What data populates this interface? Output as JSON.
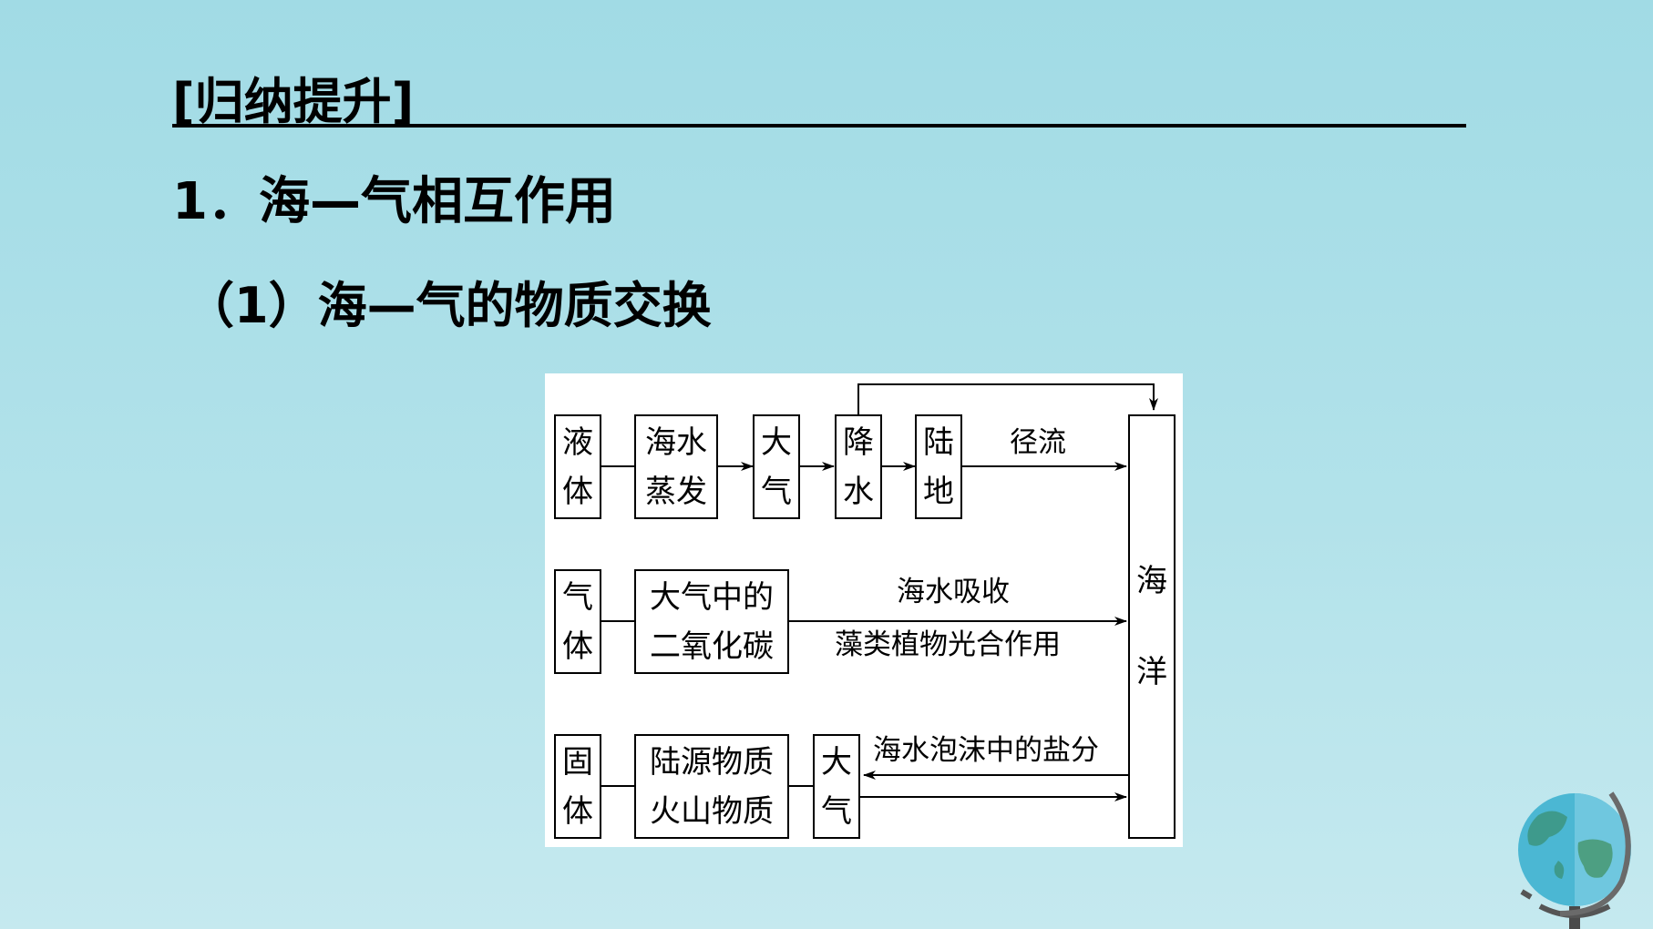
{
  "header": {
    "section_title": "[归纳提升]",
    "heading_1": "1．海—气相互作用",
    "heading_2": "（1）海—气的物质交换"
  },
  "diagram": {
    "rows": {
      "liquid": {
        "category": "液体",
        "steps": [
          "海水蒸发",
          "大气",
          "降水",
          "陆地"
        ],
        "arrow_label": "径流"
      },
      "gas": {
        "category": "气体",
        "source": "大气中的二氧化碳",
        "label_top": "海水吸收",
        "label_bottom": "藻类植物光合作用"
      },
      "solid": {
        "category": "固体",
        "source": "陆源物质火山物质",
        "middle": "大气",
        "arrow_label": "海水泡沫中的盐分"
      }
    },
    "ocean": "海洋"
  },
  "colors": {
    "background": "#a1dbe5",
    "diagram_bg": "#ffffff",
    "ink": "#000000"
  },
  "icons": [
    "globe-icon"
  ]
}
